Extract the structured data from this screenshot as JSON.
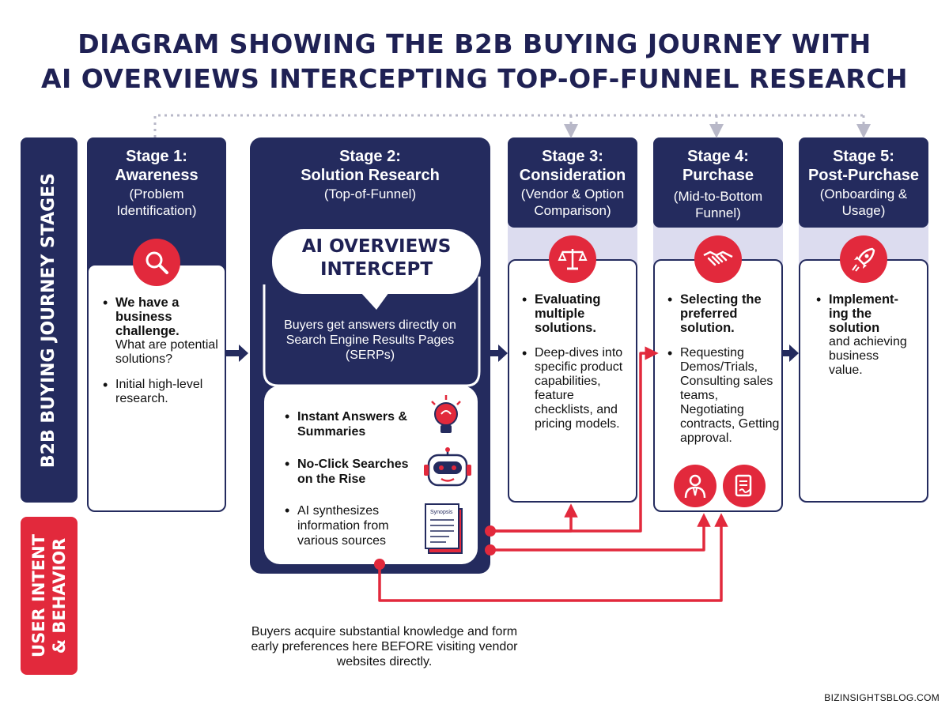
{
  "title": {
    "line1": "DIAGRAM SHOWING THE B2B BUYING JOURNEY WITH",
    "line2": "AI OVERVIEWS INTERCEPTING TOP-OF-FUNNEL RESEARCH"
  },
  "side_labels": {
    "stages": "B2B BUYING JOURNEY STAGES",
    "intent_line1": "USER INTENT",
    "intent_line2": "& BEHAVIOR"
  },
  "stage1": {
    "title": "Stage 1:\nAwareness",
    "subtitle": "(Problem\nIdentification)",
    "icon": "magnifier-icon",
    "point1_bold": "We have a business challenge.",
    "point1_text": "What are potential solutions?",
    "point2_text": "Initial high-level research."
  },
  "stage2": {
    "title": "Stage 2:\nSolution Research",
    "subtitle": "(Top-of-Funnel)",
    "bubble": "AI OVERVIEWS\nINTERCEPT",
    "bubble_text": "Buyers get answers directly on Search Engine Results Pages (SERPs)",
    "item1": "Instant Answers & Summaries",
    "item1_icon": "lightbulb-icon",
    "item2": "No-Click Searches on the Rise",
    "item2_icon": "robot-icon",
    "item3": "AI synthesizes information from various sources",
    "item3_icon": "document-icon",
    "doc_label": "Synopsis"
  },
  "stage3": {
    "title": "Stage 3:\nConsideration",
    "subtitle": "(Vendor & Option\nComparison)",
    "icon": "scales-icon",
    "point1_bold": "Evaluating multiple solutions.",
    "point2_text": "Deep-dives into specific product capabilities, feature checklists, and pricing models."
  },
  "stage4": {
    "title": "Stage 4:\nPurchase",
    "subtitle": "(Mid-to-Bottom\nFunnel)",
    "icon": "handshake-icon",
    "point1_bold": "Selecting the preferred solution.",
    "point2_text": "Requesting Demos/Trials, Consulting sales teams, Negotiating contracts, Getting approval.",
    "icon2": "salesperson-icon",
    "icon3": "contract-icon"
  },
  "stage5": {
    "title": "Stage 5:\nPost-Purchase",
    "subtitle": "(Onboarding &\nUsage)",
    "icon": "rocket-icon",
    "point1_bold": "Implement-ing the solution",
    "point1_text": "and achieving business value."
  },
  "footnote": "Buyers acquire substantial knowledge and form early preferences here BEFORE visiting vendor websites directly.",
  "site": "BIZINSIGHTSBLOG.COM",
  "colors": {
    "navy": "#242b5e",
    "red": "#e2293c",
    "lavender": "#dcdcef"
  }
}
